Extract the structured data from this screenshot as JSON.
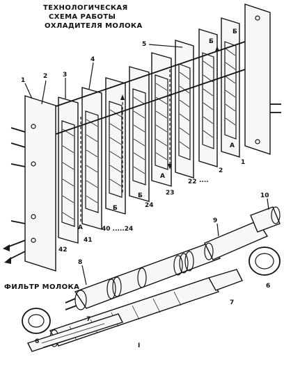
{
  "diagram": {
    "title_lines": [
      "ТЕХНОЛОГИЧЕСКАЯ",
      "СХЕМА РАБОТЫ",
      "ОХЛАДИТЕЛЯ МОЛОКА"
    ],
    "filter_label": "ФИЛЬТР МОЛОКА",
    "callouts": {
      "c1_left": "1",
      "c2": "2",
      "c3": "3",
      "c4": "4",
      "c5": "5",
      "c1_right": "1",
      "c2_bottom": "2",
      "c22": "22",
      "c23": "23",
      "c24": "24",
      "c40": "40 .....24",
      "c41": "41",
      "c42": "42",
      "c6_right": "6",
      "c6_left": "6",
      "c7_left": "7",
      "c7_right": "7",
      "c8": "8",
      "c9": "9",
      "c10": "10"
    },
    "plate_letters": {
      "A1": "А",
      "A2": "А",
      "A3": "А",
      "B1": "Б",
      "B2": "Б",
      "B3": "Б",
      "B4": "Б",
      "dots": "....",
      "roman": "I"
    }
  }
}
